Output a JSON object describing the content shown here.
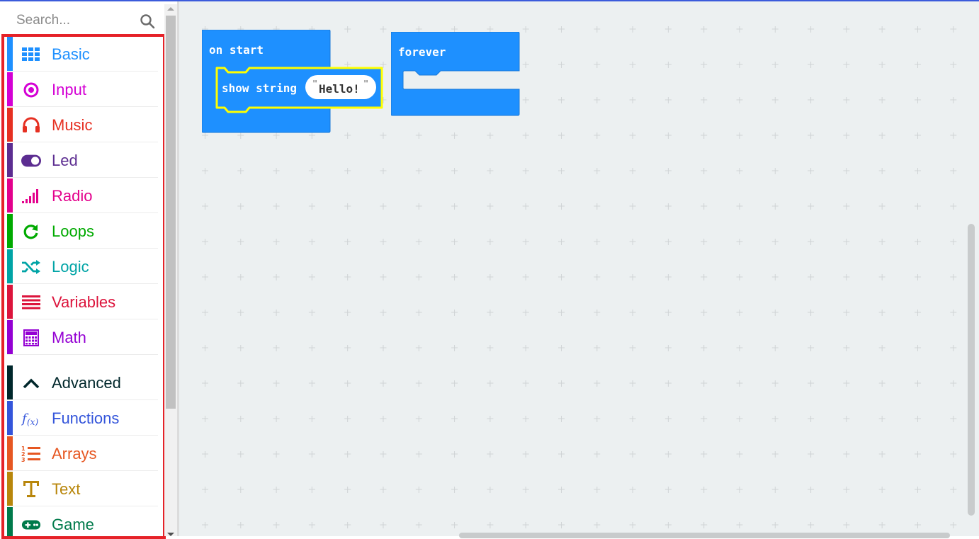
{
  "search": {
    "placeholder": "Search...",
    "icon": "search-icon"
  },
  "categories": [
    {
      "label": "Basic",
      "color": "#1e90ff",
      "icon": "grid-icon"
    },
    {
      "label": "Input",
      "color": "#d400d4",
      "icon": "radio-target-icon"
    },
    {
      "label": "Music",
      "color": "#e63022",
      "icon": "headphones-icon"
    },
    {
      "label": "Led",
      "color": "#5c2d91",
      "icon": "toggle-icon"
    },
    {
      "label": "Radio",
      "color": "#e3008c",
      "icon": "signal-bars-icon"
    },
    {
      "label": "Loops",
      "color": "#00aa00",
      "icon": "refresh-icon"
    },
    {
      "label": "Logic",
      "color": "#00a4a6",
      "icon": "shuffle-icon"
    },
    {
      "label": "Variables",
      "color": "#dc143c",
      "icon": "lines-icon"
    },
    {
      "label": "Math",
      "color": "#9400d3",
      "icon": "calculator-icon"
    }
  ],
  "advanced": {
    "label": "Advanced",
    "color": "#00272b",
    "icon": "chevron-up-icon"
  },
  "advanced_categories": [
    {
      "label": "Functions",
      "color": "#3455db",
      "icon": "function-icon"
    },
    {
      "label": "Arrays",
      "color": "#e65722",
      "icon": "numbered-list-icon"
    },
    {
      "label": "Text",
      "color": "#b8860b",
      "icon": "text-icon"
    },
    {
      "label": "Game",
      "color": "#007a4b",
      "icon": "gamepad-icon"
    }
  ],
  "blocks": {
    "on_start": {
      "label": "on start",
      "color": "#1e90ff"
    },
    "show_string": {
      "label": "show string",
      "value": "Hello!",
      "quote_open": "\"",
      "quote_close": "\"",
      "highlight": "#ffff00"
    },
    "forever": {
      "label": "forever",
      "color": "#1e90ff"
    }
  },
  "colors": {
    "toolbox_frame": "#e52228",
    "workspace_bg": "#ecf0f1",
    "top_accent": "#3b5bdb"
  }
}
